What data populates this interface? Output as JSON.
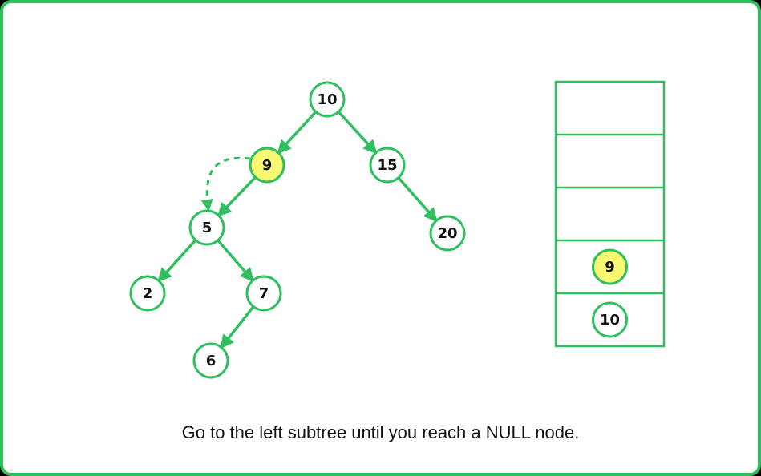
{
  "colors": {
    "border": "#2fbf5f",
    "edge": "#2fbf5f",
    "node_fill": "#ffffff",
    "highlight_fill": "#f8f873",
    "text": "#111111"
  },
  "tree": {
    "nodes": [
      {
        "id": "n10",
        "label": "10",
        "highlight": false
      },
      {
        "id": "n9",
        "label": "9",
        "highlight": true
      },
      {
        "id": "n15",
        "label": "15",
        "highlight": false
      },
      {
        "id": "n5",
        "label": "5",
        "highlight": false
      },
      {
        "id": "n20",
        "label": "20",
        "highlight": false
      },
      {
        "id": "n2",
        "label": "2",
        "highlight": false
      },
      {
        "id": "n7",
        "label": "7",
        "highlight": false
      },
      {
        "id": "n6",
        "label": "6",
        "highlight": false
      }
    ],
    "edges": [
      {
        "from": "n10",
        "to": "n9"
      },
      {
        "from": "n10",
        "to": "n15"
      },
      {
        "from": "n9",
        "to": "n5"
      },
      {
        "from": "n15",
        "to": "n20"
      },
      {
        "from": "n5",
        "to": "n2"
      },
      {
        "from": "n5",
        "to": "n7"
      },
      {
        "from": "n7",
        "to": "n6"
      }
    ],
    "traversal_hint": {
      "from": "n9",
      "to": "n5",
      "style": "dashed"
    }
  },
  "stack": {
    "slots": 5,
    "items_bottom_up": [
      {
        "label": "10",
        "highlight": false
      },
      {
        "label": "9",
        "highlight": true
      }
    ]
  },
  "caption": "Go to the left subtree until you reach a NULL node."
}
